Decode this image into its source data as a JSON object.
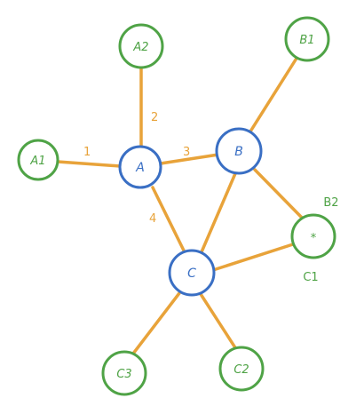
{
  "nodes": {
    "A": {
      "label": "A",
      "group": "primary"
    },
    "B": {
      "label": "B",
      "group": "primary"
    },
    "C": {
      "label": "C",
      "group": "primary"
    },
    "A1": {
      "label": "A1",
      "group": "secondary"
    },
    "A2": {
      "label": "A2",
      "group": "secondary"
    },
    "B1": {
      "label": "B1",
      "group": "secondary"
    },
    "STAR": {
      "label": "*",
      "group": "secondary"
    },
    "C2": {
      "label": "C2",
      "group": "secondary"
    },
    "C3": {
      "label": "C3",
      "group": "secondary"
    }
  },
  "edge_labels": {
    "e1": "1",
    "e2": "2",
    "e3": "3",
    "e4": "4"
  },
  "extra_labels": {
    "b2": "B2",
    "c1": "C1"
  },
  "colors": {
    "primary": "#3a6fc4",
    "secondary": "#4fa346",
    "edge": "#e8a33a"
  }
}
